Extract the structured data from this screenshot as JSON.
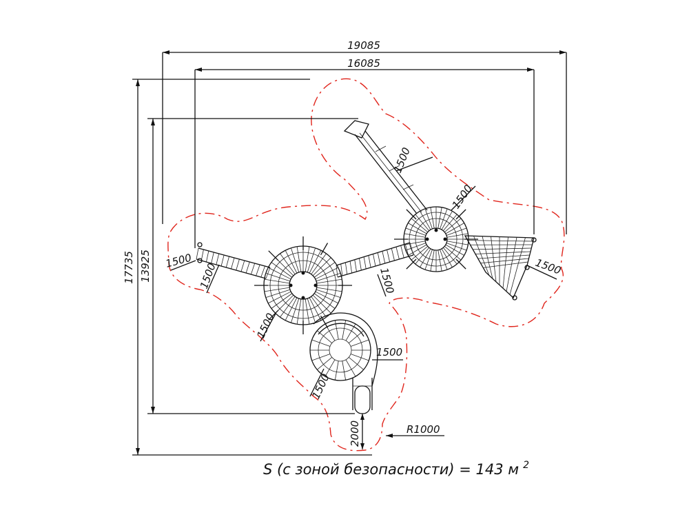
{
  "dimensions": {
    "overall_width": "19085",
    "inner_width": "16085",
    "overall_height": "17735",
    "inner_height": "13925",
    "radius": "R1000",
    "clear_bottom": "2000",
    "safety_left_upper": "1500",
    "safety_left_lower": "1500",
    "safety_tower_left": "1500",
    "safety_bridge": "1500",
    "safety_slide_top": "1500",
    "safety_tower_right": "1500",
    "safety_net_right": "1500",
    "safety_spiral_right": "1500",
    "safety_spiral_left": "1500"
  },
  "caption": "S (с зоной безопасности) = 143 м",
  "caption_sup": "2",
  "colors": {
    "safety_zone": "#e0241b",
    "lines": "#111111"
  }
}
